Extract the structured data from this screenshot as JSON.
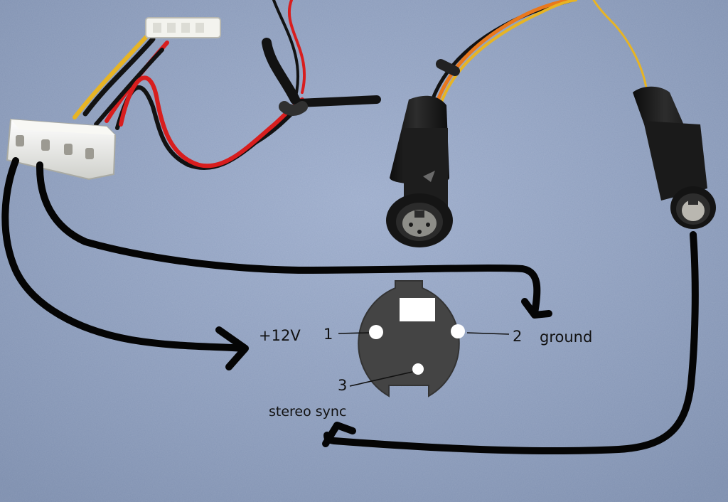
{
  "labels": {
    "plus12v": "+12V",
    "pin1": "1",
    "pin2": "2",
    "pin3": "3",
    "ground": "ground",
    "stereo_sync": "stereo sync"
  },
  "colors": {
    "carpet": "#8e9fc0",
    "connector_body": "#141414",
    "molex_body": "#efefea",
    "pin_face": "#444444",
    "arrow": "#050505",
    "wire_red": "#d81e1e",
    "wire_yellow": "#e7b424",
    "wire_orange": "#e9781c",
    "wire_black": "#121212"
  },
  "objects": {
    "power_connector": "4-pin power connector",
    "din_female": "mini-DIN female socket",
    "din_male": "mini-DIN male plug",
    "pinout": "3-pin mini-DIN pinout"
  }
}
